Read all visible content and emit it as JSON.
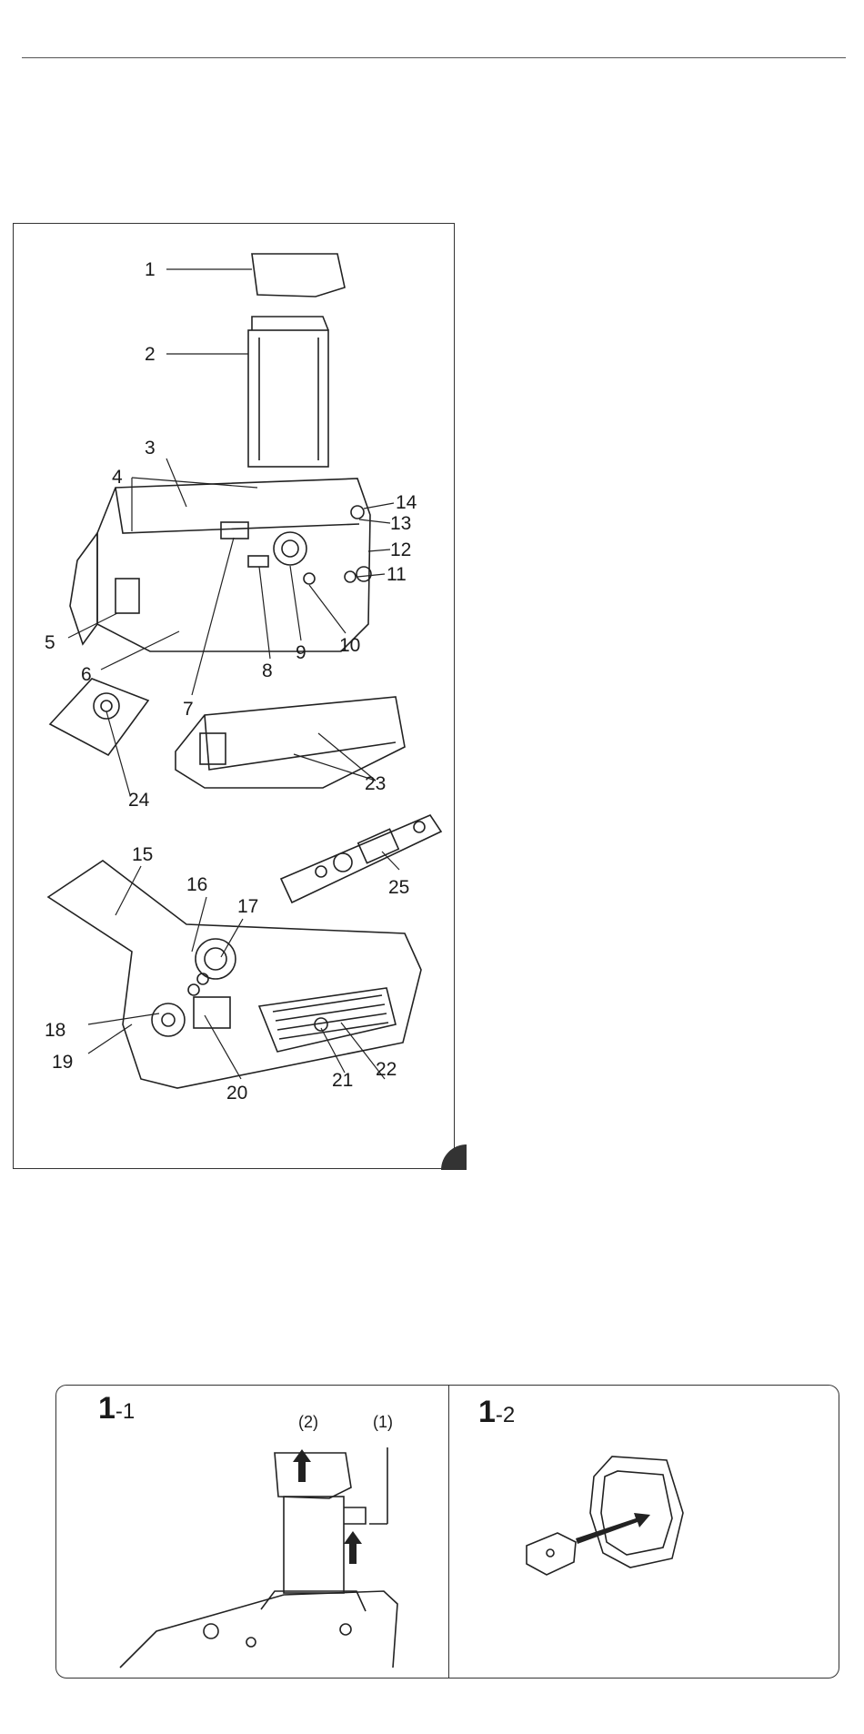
{
  "callouts": {
    "c1": "1",
    "c2": "2",
    "c3": "3",
    "c4": "4",
    "c5": "5",
    "c6": "6",
    "c7": "7",
    "c8": "8",
    "c9": "9",
    "c10": "10",
    "c11": "11",
    "c12": "12",
    "c13": "13",
    "c14": "14",
    "c15": "15",
    "c16": "16",
    "c17": "17",
    "c18": "18",
    "c19": "19",
    "c20": "20",
    "c21": "21",
    "c22": "22",
    "c23": "23",
    "c24": "24",
    "c25": "25"
  },
  "steps": {
    "step1": {
      "major": "1",
      "minor": "-1",
      "sub1": "(2)",
      "sub2": "(1)"
    },
    "step2": {
      "major": "1",
      "minor": "-2"
    }
  }
}
